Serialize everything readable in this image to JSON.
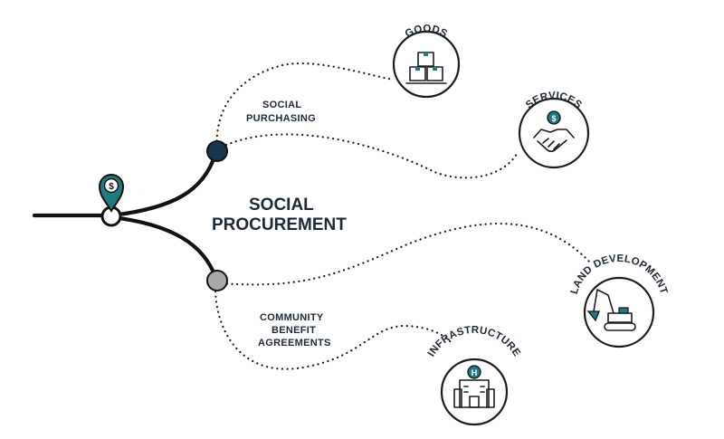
{
  "diagram": {
    "title_line1": "SOCIAL",
    "title_line2": "PROCUREMENT",
    "branches": {
      "top": {
        "line1": "SOCIAL",
        "line2": "PURCHASING"
      },
      "bottom": {
        "line1": "COMMUNITY",
        "line2": "BENEFIT",
        "line3": "AGREEMENTS"
      }
    },
    "nodes": {
      "goods": {
        "label": "GOODS",
        "icon": "boxes-icon"
      },
      "services": {
        "label": "SERVICES",
        "icon": "handshake-icon"
      },
      "land": {
        "label": "LAND DEVELOPMENT",
        "icon": "excavator-icon"
      },
      "infrastructure": {
        "label": "INFRASTRUCTURE",
        "icon": "hospital-icon"
      }
    },
    "colors": {
      "teal": "#1f7a82",
      "navy": "#17364f",
      "gray": "#a8a8a8",
      "line": "#111111"
    }
  }
}
